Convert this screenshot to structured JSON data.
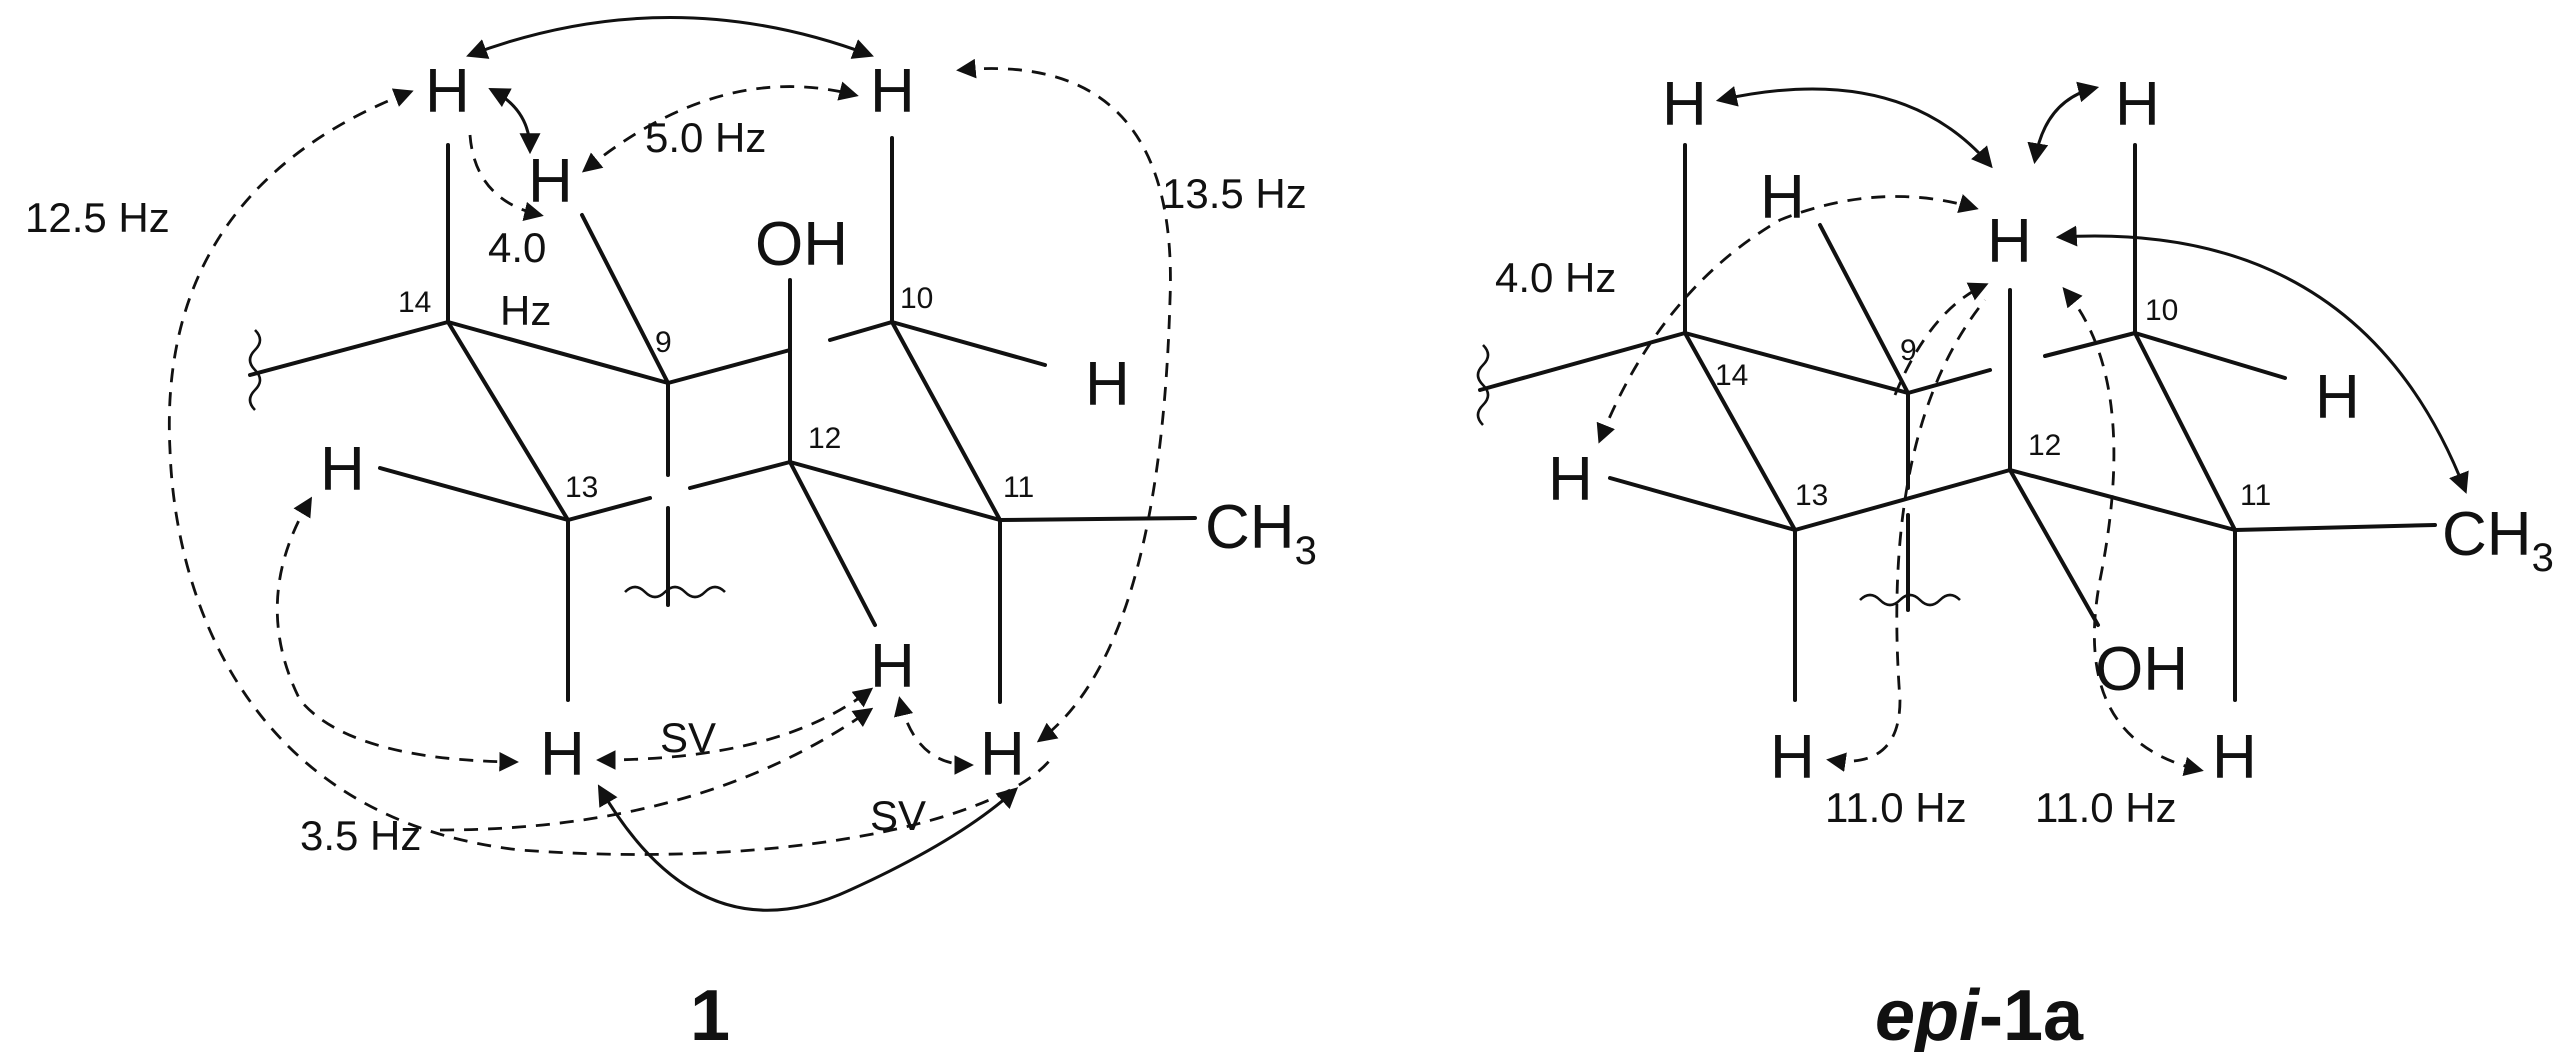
{
  "compound_1": {
    "label": "1",
    "atoms": {
      "H_14_ax": "H",
      "H_9_eq": "H",
      "H_10_ax": "H",
      "H_10_eq": "H",
      "H_13_eq": "H",
      "H_13_ax": "H",
      "H_12_ax": "H",
      "H_11_ax": "H",
      "OH": "OH",
      "CH3": "CH",
      "CH3_sub": "3"
    },
    "numbers": {
      "c14": "14",
      "c9": "9",
      "c10": "10",
      "c12": "12",
      "c13": "13",
      "c11": "11"
    },
    "couplings": {
      "j_12_5": "12.5 Hz",
      "j_5_0": "5.0 Hz",
      "j_13_5": "13.5 Hz",
      "j_4_0_a": "4.0",
      "j_4_0_b": "Hz",
      "j_3_5": "3.5 Hz",
      "sv_1": "SV",
      "sv_2": "SV"
    }
  },
  "compound_epi": {
    "label_prefix": "epi",
    "label_suffix": "-1a",
    "atoms": {
      "H_14_ax": "H",
      "H_9_eq": "H",
      "H_12_ax": "H",
      "H_10_ax": "H",
      "H_10_eq": "H",
      "H_13_eq": "H",
      "H_13_ax": "H",
      "H_11_ax": "H",
      "OH": "OH",
      "CH3": "CH",
      "CH3_sub": "3"
    },
    "numbers": {
      "c14": "14",
      "c9": "9",
      "c10": "10",
      "c12": "12",
      "c13": "13",
      "c11": "11"
    },
    "couplings": {
      "j_4_0": "4.0 Hz",
      "j_11_0_a": "11.0 Hz",
      "j_11_0_b": "11.0 Hz"
    }
  }
}
